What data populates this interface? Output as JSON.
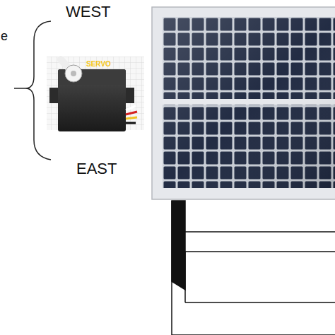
{
  "diagram": {
    "labels": [
      "e",
      "WEST",
      "SERVO",
      "EAST"
    ]
  }
}
